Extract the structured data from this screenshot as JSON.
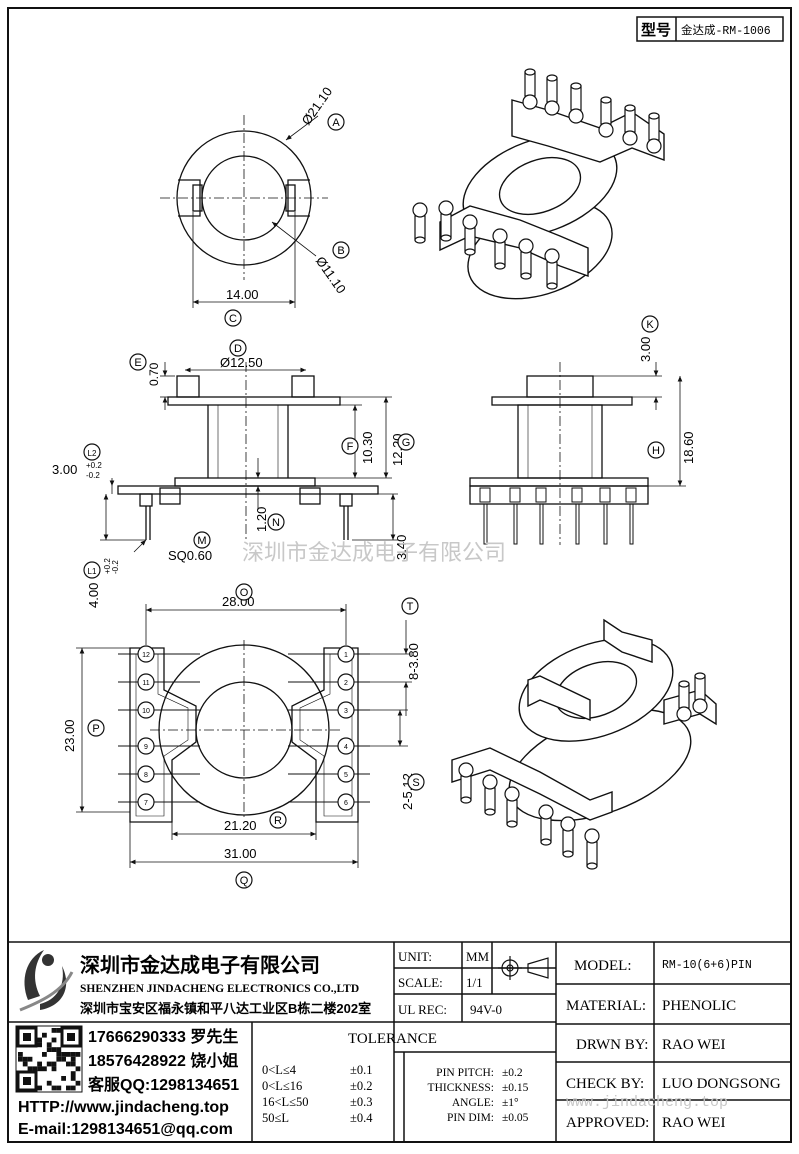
{
  "header": {
    "model_label": "型号",
    "model_code": "金达成-RM-1006"
  },
  "watermarks": {
    "center": "深圳市金达成电子有限公司",
    "footer": "www.jindacheng.top"
  },
  "dimensions": {
    "top_view": {
      "dia_a": "Ø21.10",
      "dia_b": "Ø11.10",
      "width_c": "14.00"
    },
    "side_view": {
      "e": "0.70",
      "d": "Ø12.50",
      "f": "10.30",
      "g": "12.20",
      "l2_base": "3.00",
      "l2_tol_plus": "+0.2",
      "l2_tol_minus": "-0.2",
      "n": "1.20",
      "pin_len": "3.40",
      "m": "SQ0.60",
      "l1_base": "4.00",
      "l1_tol_plus": "+0.2",
      "l1_tol_minus": "-0.2"
    },
    "right_view": {
      "k": "3.00",
      "h": "18.60"
    },
    "bottom_view": {
      "o": "28.00",
      "t": "8-3.80",
      "p": "23.00",
      "s": "2-5.12",
      "r": "21.20",
      "q": "31.00"
    }
  },
  "callouts": [
    "A",
    "B",
    "C",
    "D",
    "E",
    "F",
    "G",
    "H",
    "K",
    "L2",
    "L1",
    "M",
    "N",
    "O",
    "P",
    "Q",
    "R",
    "S",
    "T"
  ],
  "pins": {
    "left": [
      "12",
      "11",
      "10",
      "9",
      "8",
      "7"
    ],
    "right": [
      "1",
      "2",
      "3",
      "4",
      "5",
      "6"
    ]
  },
  "company": {
    "name_cn": "深圳市金达成电子有限公司",
    "name_en": "SHENZHEN JINDACHENG ELECTRONICS CO.,LTD",
    "address": "深圳市宝安区福永镇和平八达工业区B栋二楼202室",
    "phone1": "17666290333 罗先生",
    "phone2": "18576428922 饶小姐",
    "qq": "客服QQ:1298134651",
    "http": "HTTP://www.jindacheng.top",
    "email": "E-mail:1298134651@qq.com"
  },
  "spec": {
    "unit_label": "UNIT:",
    "unit_value": "MM",
    "scale_label": "SCALE:",
    "scale_value": "1/1",
    "ulrec_label": "UL REC:",
    "ulrec_value": "94V-0"
  },
  "tolerance": {
    "title": "TOLERANCE",
    "rows": [
      {
        "range": "0<L≤4",
        "tol": "±0.1"
      },
      {
        "range": "0<L≤16",
        "tol": "±0.2"
      },
      {
        "range": "16<L≤50",
        "tol": "±0.3"
      },
      {
        "range": "50≤L",
        "tol": "±0.4"
      }
    ],
    "other": [
      {
        "label": "PIN PITCH:",
        "value": "±0.2"
      },
      {
        "label": "THICKNESS:",
        "value": "±0.15"
      },
      {
        "label": "ANGLE:",
        "value": "±1°"
      },
      {
        "label": "PIN DIM:",
        "value": "±0.05"
      }
    ]
  },
  "title_block": {
    "model_label": "MODEL:",
    "model_value": "RM-10(6+6)PIN",
    "material_label": "MATERIAL:",
    "material_value": "PHENOLIC",
    "drawn_label": "DRWN BY:",
    "drawn_value": "RAO WEI",
    "check_label": "CHECK BY:",
    "check_value": "LUO DONGSONG",
    "approved_label": "APPROVED:",
    "approved_value": "RAO WEI"
  }
}
